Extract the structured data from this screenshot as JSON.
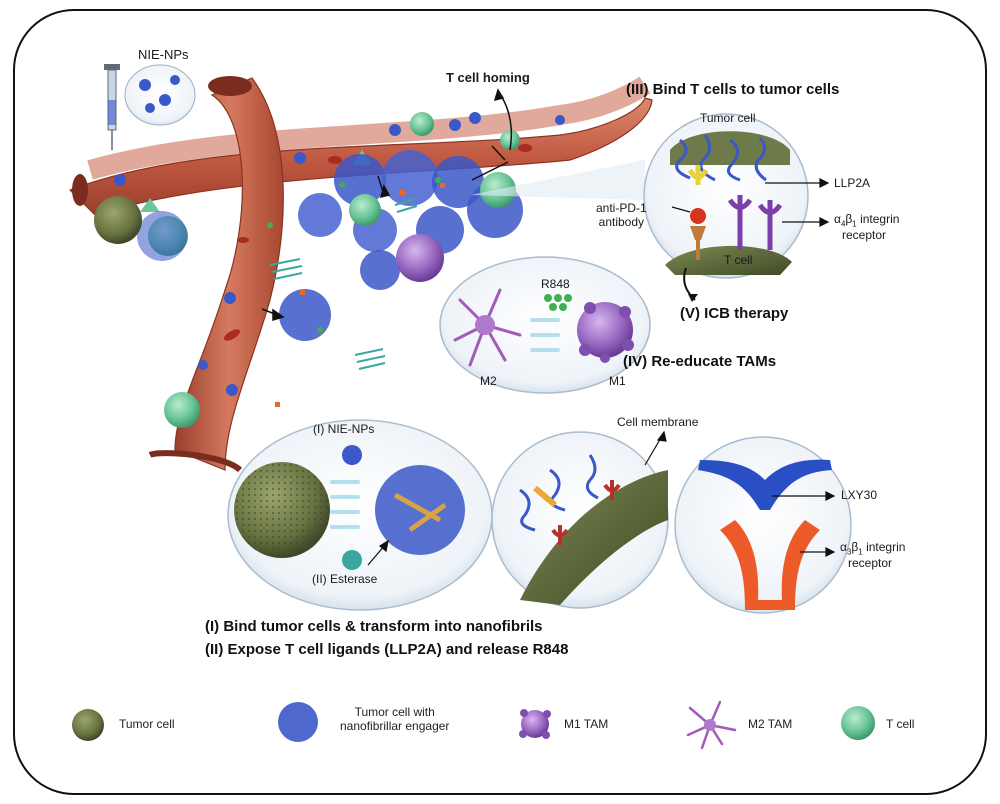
{
  "labels": {
    "nie_nps_top": "NIE-NPs",
    "t_cell_homing": "T cell homing",
    "step_iii": "(III) Bind T cells to tumor cells",
    "tumor_cell_inset": "Tumor cell",
    "llp2a": "LLP2A",
    "anti_pd1_line1": "anti-PD-1",
    "anti_pd1_line2": "antibody",
    "a4b1_alpha": "α",
    "a4b1_sub1": "4",
    "a4b1_beta": "β",
    "a4b1_sub2": "1",
    "a4b1_tail": " integrin",
    "a4b1_line2": "receptor",
    "t_cell_inset": "T cell",
    "step_v": "(V) ICB therapy",
    "r848": "R848",
    "m2": "M2",
    "m1": "M1",
    "step_iv": "(IV) Re-educate TAMs",
    "nie_nps_bottom": "(I) NIE-NPs",
    "esterase": "(II) Esterase",
    "cell_membrane": "Cell membrane",
    "lxy30": "LXY30",
    "a3b1_alpha": "α",
    "a3b1_sub1": "3",
    "a3b1_beta": "β",
    "a3b1_sub2": "1",
    "a3b1_tail": " integrin",
    "a3b1_line2": "receptor",
    "step_i": "(I) Bind tumor cells & transform into nanofibrils",
    "step_ii": "(II) Expose T cell ligands (LLP2A) and release R848"
  },
  "legend": {
    "tumor_cell": "Tumor cell",
    "engager_line1": "Tumor cell with",
    "engager_line2": "nanofibrillar engager",
    "m1_tam": "M1 TAM",
    "m2_tam": "M2 TAM",
    "t_cell": "T cell"
  },
  "colors": {
    "vessel": "#c8624a",
    "tumor": "#6e7a4a",
    "t_cell": "#6fc49a",
    "m1": "#9b6bc4",
    "m2": "#a45ab8",
    "nanofiber": "#3b58c8",
    "red_receptor": "#e85a2a",
    "blue_ligand": "#2a4fc4"
  }
}
